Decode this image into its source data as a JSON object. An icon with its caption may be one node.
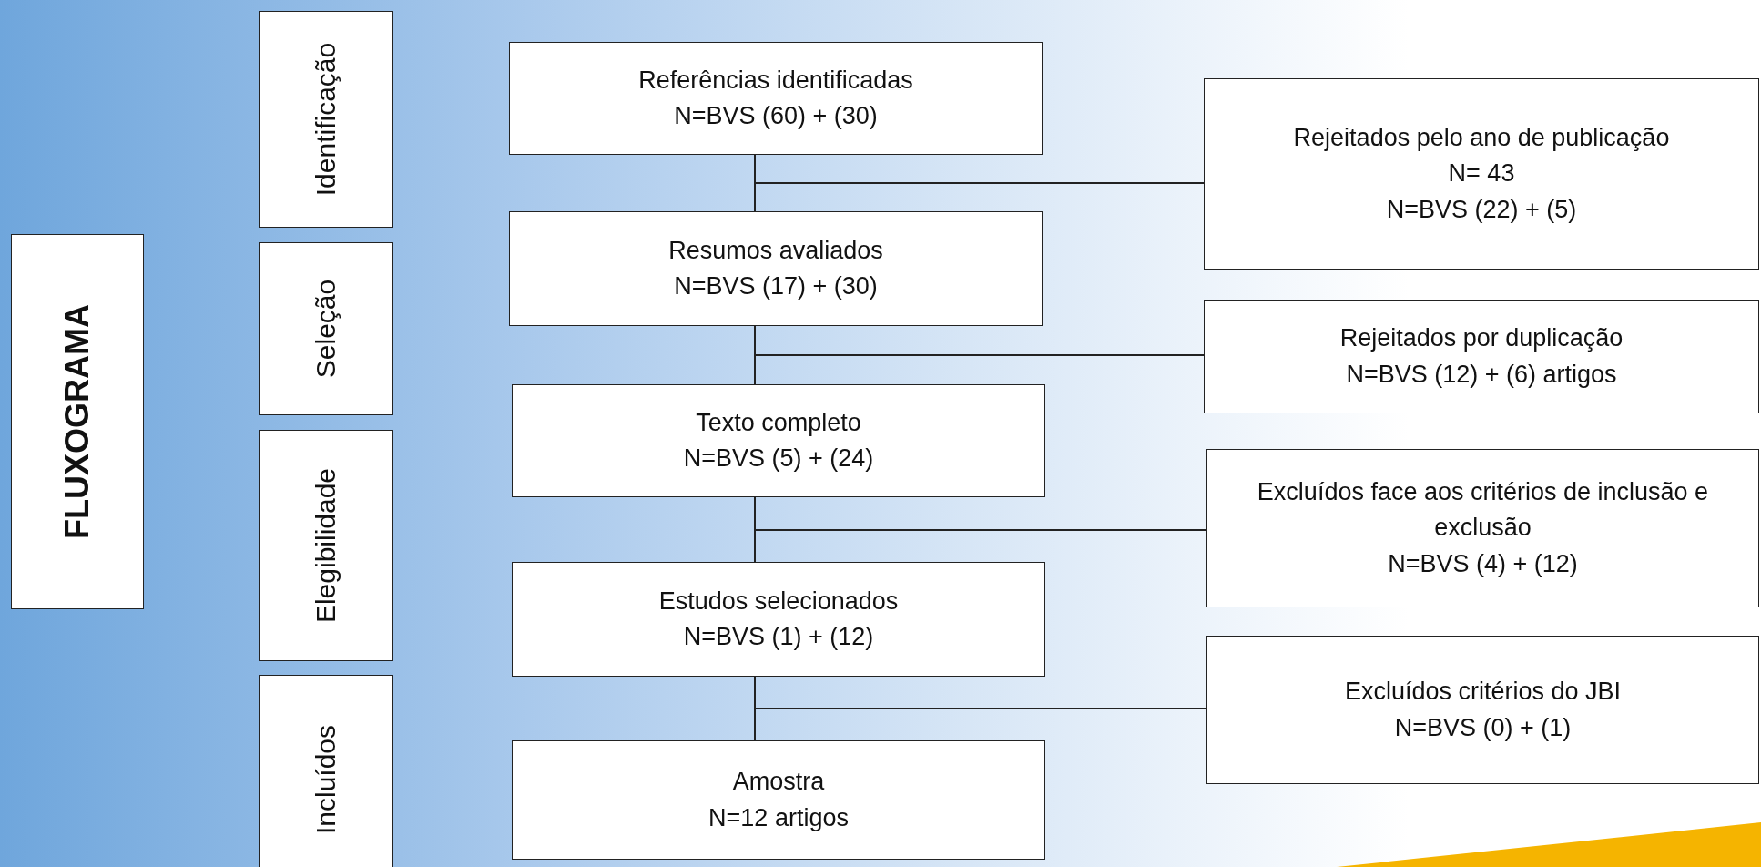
{
  "diagram": {
    "nodes": [
      {
        "text": [
          "FLUXOGRAMA"
        ]
      },
      {
        "text": [
          "Identificação"
        ]
      },
      {
        "text": [
          "Seleção"
        ]
      },
      {
        "text": [
          "Elegibilidade"
        ]
      },
      {
        "text": [
          "Incluídos"
        ]
      },
      {
        "text": [
          "Referências identificadas",
          "N=BVS (60) + (30)"
        ]
      },
      {
        "text": [
          "Rejeitados pelo ano de publicação",
          "N= 43",
          "N=BVS (22) + (5)"
        ]
      },
      {
        "text": [
          "Resumos avaliados",
          "N=BVS (17) + (30)"
        ]
      },
      {
        "text": [
          "Rejeitados por duplicação",
          "N=BVS (12) + (6) artigos"
        ]
      },
      {
        "text": [
          "Texto completo",
          "N=BVS (5) + (24)"
        ]
      },
      {
        "text": [
          "Excluídos face aos critérios de inclusão e exclusão",
          "N=BVS (4) + (12)"
        ]
      },
      {
        "text": [
          "Estudos selecionados",
          "N=BVS (1) + (12)"
        ]
      },
      {
        "text": [
          "Excluídos critérios do JBI",
          "N=BVS (0) + (1)"
        ]
      },
      {
        "text": [
          "Amostra",
          "N=12 artigos"
        ]
      }
    ],
    "edges": [
      {
        "from": 5,
        "to": 7,
        "arrow": "none"
      },
      {
        "from": 5,
        "to": 6,
        "arrow": "none"
      },
      {
        "from": 7,
        "to": 9,
        "arrow": "none"
      },
      {
        "from": 7,
        "to": 8,
        "arrow": "none"
      },
      {
        "from": 9,
        "to": 11,
        "arrow": "none"
      },
      {
        "from": 9,
        "to": 10,
        "arrow": "none"
      },
      {
        "from": 11,
        "to": 13,
        "arrow": "none"
      },
      {
        "from": 11,
        "to": 12,
        "arrow": "none"
      }
    ]
  }
}
